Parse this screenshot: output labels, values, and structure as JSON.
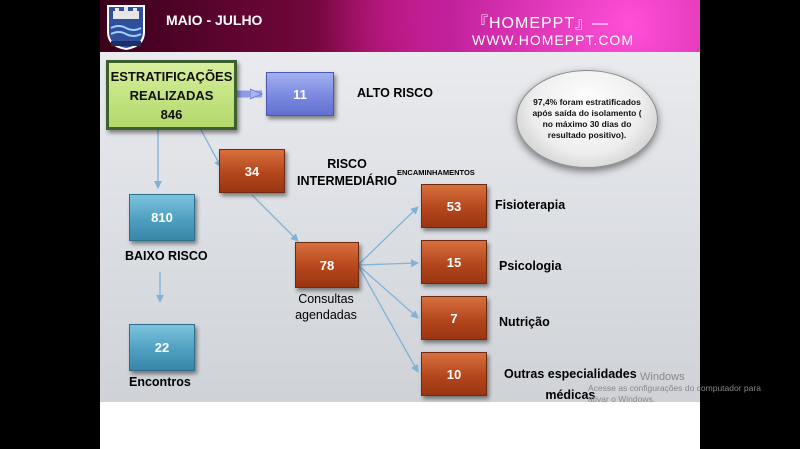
{
  "header": {
    "period": "MAIO - JULHO",
    "watermark_line1": "『HOMEPPT』—",
    "watermark_line2": "WWW.HOMEPPT.COM"
  },
  "root": {
    "label_line1": "ESTRATIFICAÇÕES",
    "label_line2": "REALIZADAS",
    "value": "846"
  },
  "alto_risco": {
    "value": "11",
    "label": "ALTO RISCO"
  },
  "risco_intermediario": {
    "value": "34",
    "label_line1": "RISCO",
    "label_line2": "INTERMEDIÁRIO"
  },
  "baixo_risco": {
    "value": "810",
    "label": "BAIXO RISCO"
  },
  "encontros": {
    "value": "22",
    "label": "Encontros"
  },
  "consultas": {
    "value": "78",
    "label_line1": "Consultas",
    "label_line2": "agendadas"
  },
  "encaminhamentos_title": "ENCAMINHAMENTOS",
  "referrals": [
    {
      "value": "53",
      "label_line1": "Fisioterapia",
      "label_line2": ""
    },
    {
      "value": "15",
      "label_line1": "Psicologia",
      "label_line2": ""
    },
    {
      "value": "7",
      "label_line1": "Nutrição",
      "label_line2": ""
    },
    {
      "value": "10",
      "label_line1": "Outras especialidades",
      "label_line2": "médicas"
    }
  ],
  "summary_note": "97,4% foram estratificados após saída do isolamento ( no máximo 30 dias do resultado positivo).",
  "activation": {
    "line1": "Windows",
    "line2": "Acesse as configurações do computador para",
    "line3": "ativar o Windows."
  },
  "colors": {
    "orange": "#b4461c",
    "teal": "#4e9fbf",
    "blue": "#7a88e0",
    "green": "#b2d86a",
    "arrow": "#7fb2d6"
  }
}
